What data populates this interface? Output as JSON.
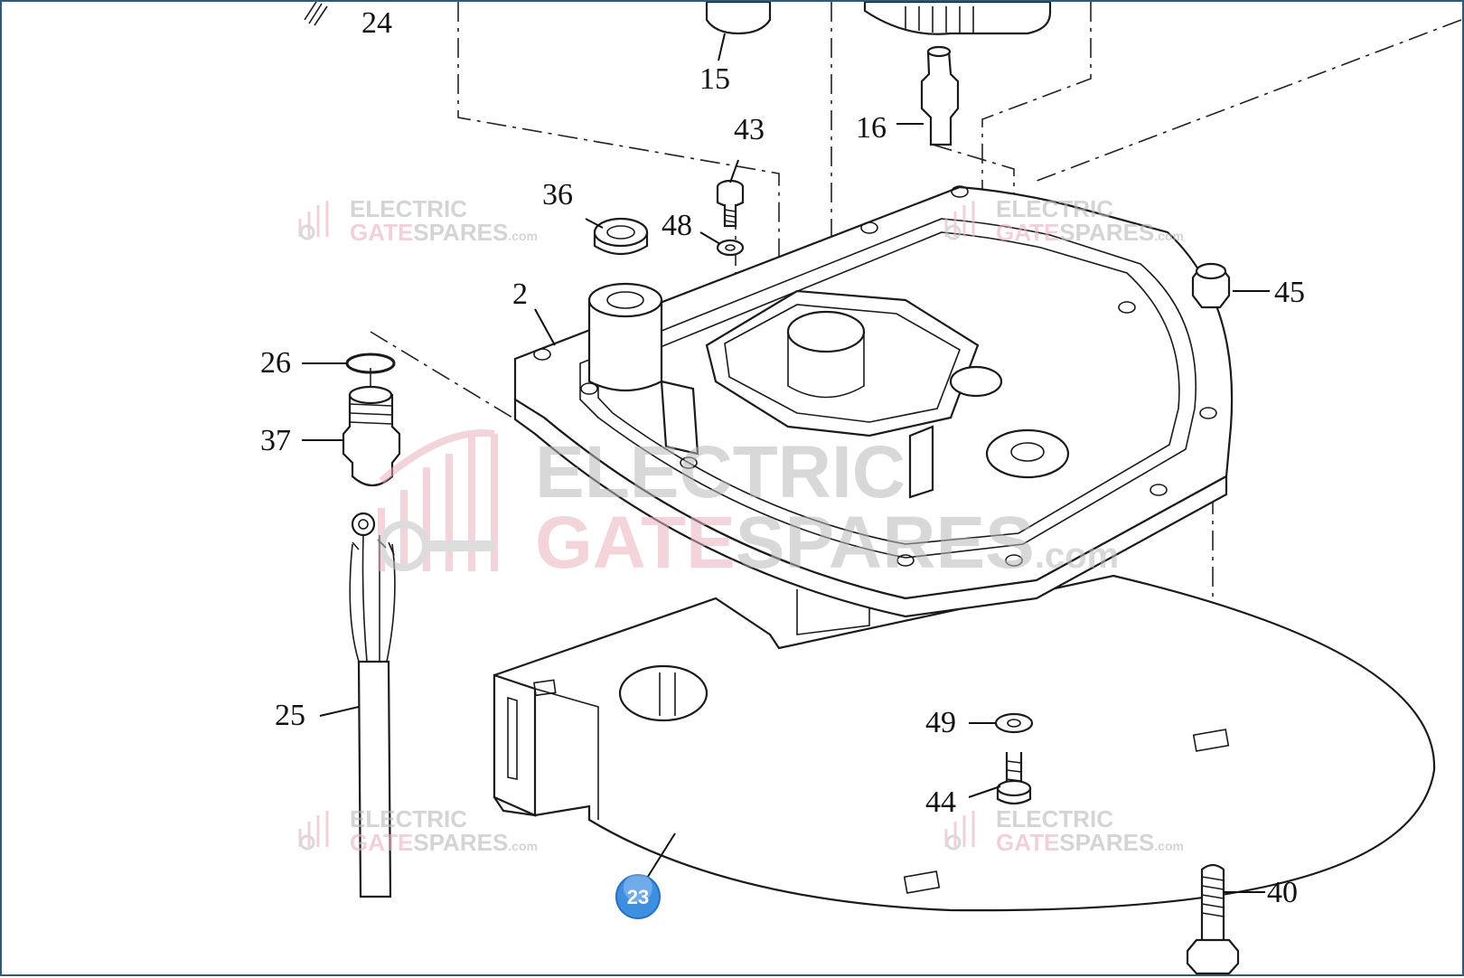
{
  "watermark": {
    "line1": "ELECTRIC",
    "line2_a": "GATE",
    "line2_b": "SPARES",
    "suffix": ".com",
    "colors": {
      "grey": "#b9b9b9",
      "pink": "#eab2bd"
    }
  },
  "labels": {
    "p24": "24",
    "p15": "15",
    "p43": "43",
    "p16": "16",
    "p36": "36",
    "p48": "48",
    "p2": "2",
    "p45": "45",
    "p26": "26",
    "p37": "37",
    "p25": "25",
    "p49": "49",
    "p44": "44",
    "p40": "40"
  },
  "highlight": {
    "label": "23",
    "color": "#3f8fe0"
  }
}
